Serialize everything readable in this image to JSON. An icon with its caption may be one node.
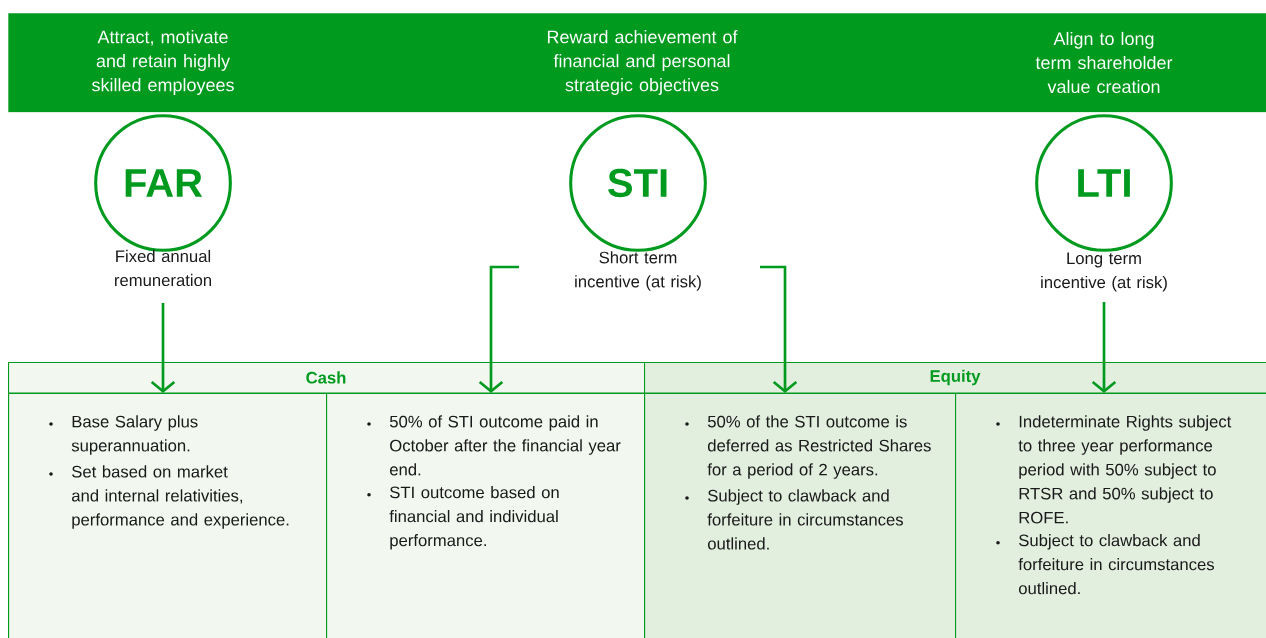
{
  "diagram": {
    "nodes": [
      {
        "text": [
          "Attract, motivate and retain highly skilled employees",
          "Reward achievement of financial and personal strategic objectives",
          "Align to long term shareholder value creation"
        ]
      },
      {
        "text": [
          "FAR"
        ],
        "beside": [
          "Fixed annual remuneration"
        ]
      },
      {
        "text": [
          "STI"
        ],
        "beside": [
          "Short term incentive (at risk)"
        ]
      },
      {
        "text": [
          "LTI"
        ],
        "beside": [
          "Long term incentive (at risk)"
        ]
      },
      {
        "text": [
          "Cash"
        ]
      },
      {
        "text": [
          "Equity"
        ]
      },
      {
        "text": [
          "Base Salary plus superannuation.",
          "Set based on market and internal relativities, performance and experience."
        ],
        "in": 4
      },
      {
        "text": [
          "50% of STI outcome paid in October after the financial year end.",
          "STI outcome based on financial and individual performance."
        ],
        "in": 4
      },
      {
        "text": [
          "50% of the STI outcome is deferred as Restricted Shares for a period of 2 years.",
          "Subject to clawback and forfeiture in circumstances outlined."
        ],
        "in": 5
      },
      {
        "text": [
          "Indeterminate Rights subject to three year performance period with 50% subject to RTSR and 50% subject to ROFE.",
          "Subject to clawback and forfeiture in circumstances outlined."
        ],
        "in": 5
      }
    ],
    "edges": [
      {
        "from": 1,
        "to": 6,
        "arrow": "to"
      },
      {
        "from": 2,
        "to": 7,
        "arrow": "to"
      },
      {
        "from": 2,
        "to": 8,
        "arrow": "to"
      },
      {
        "from": 3,
        "to": 9,
        "arrow": "to"
      }
    ]
  }
}
